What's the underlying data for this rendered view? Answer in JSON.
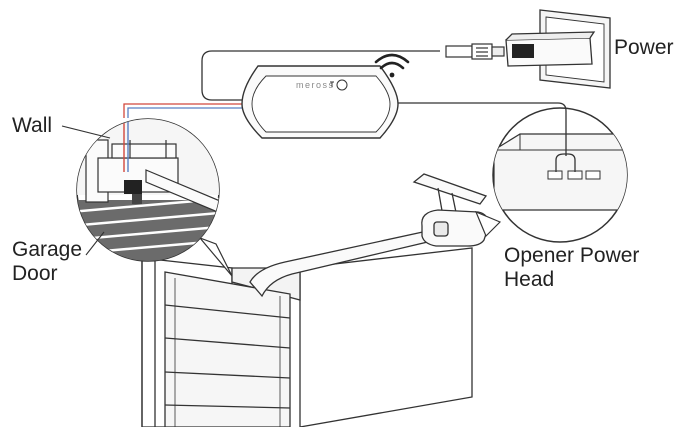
{
  "labels": {
    "power": "Power",
    "wall": "Wall",
    "garage_door_line1": "Garage",
    "garage_door_line2": "Door",
    "opener_line1": "Opener Power",
    "opener_line2": "Head"
  },
  "device": {
    "brand": "meross"
  },
  "icons": {
    "wifi": "wifi-icon",
    "plug": "usb-plug-icon",
    "adapter": "power-adapter-icon"
  },
  "colors": {
    "line": "#333333",
    "fill_light": "#f4f4f4",
    "wire_red": "#d2473c",
    "wire_blue": "#5b7fc2",
    "floor_dark": "#6b6b6b"
  }
}
